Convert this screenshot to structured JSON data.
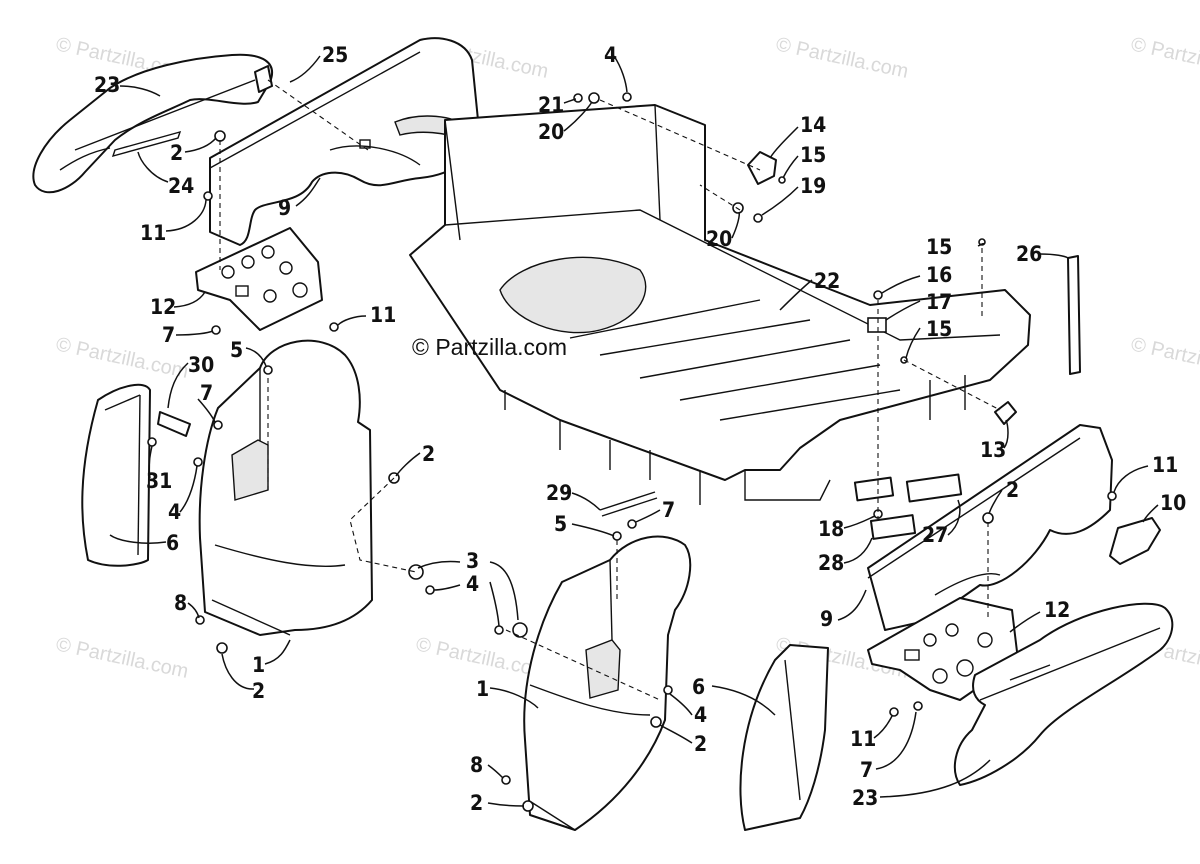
{
  "copyright": "© Partzilla.com",
  "watermark_text": "© Partzilla.com",
  "callouts": {
    "c23a": "23",
    "c25": "25",
    "c24": "24",
    "c2a": "2",
    "c11a": "11",
    "c9a": "9",
    "c12a": "12",
    "c7a": "7",
    "c11b": "11",
    "c5a": "5",
    "c30": "30",
    "c7b": "7",
    "c31": "31",
    "c4a": "4",
    "c6a": "6",
    "c2b": "2",
    "c8a": "8",
    "c1a": "1",
    "c2c": "2",
    "c4b": "4",
    "c21": "21",
    "c20a": "20",
    "c14": "14",
    "c15a": "15",
    "c19": "19",
    "c20b": "20",
    "c22": "22",
    "c15b": "15",
    "c16": "16",
    "c17": "17",
    "c15c": "15",
    "c26": "26",
    "c13": "13",
    "c29": "29",
    "c5b": "5",
    "c7c": "7",
    "c3": "3",
    "c4c": "4",
    "c1b": "1",
    "c8b": "8",
    "c2d": "2",
    "c4d": "4",
    "c2e": "2",
    "c6b": "6",
    "c18": "18",
    "c28": "28",
    "c27": "27",
    "c2f": "2",
    "c11c": "11",
    "c10": "10",
    "c9b": "9",
    "c12b": "12",
    "c11d": "11",
    "c7d": "7",
    "c23b": "23"
  }
}
